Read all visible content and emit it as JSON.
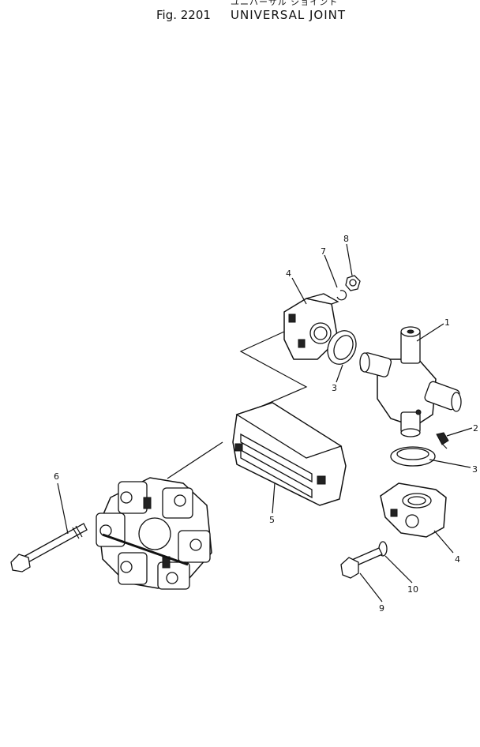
{
  "header": {
    "japanese_title": "ユニバーサル ジョイント",
    "figure_number": "Fig. 2201",
    "title": "UNIVERSAL JOINT"
  },
  "callouts": [
    "1",
    "2",
    "3",
    "3",
    "4",
    "4",
    "5",
    "6",
    "7",
    "8",
    "9",
    "10"
  ]
}
